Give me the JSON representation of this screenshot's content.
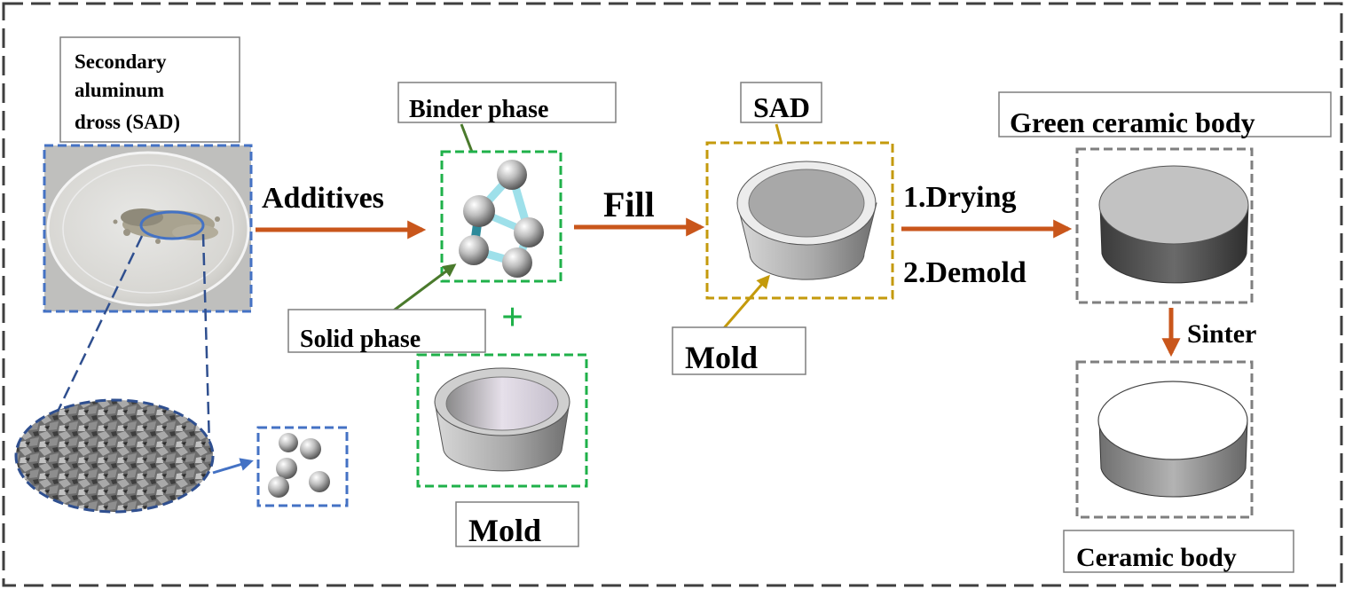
{
  "labels": {
    "sad_title_line1": "Secondary",
    "sad_title_line2": "aluminum",
    "sad_title_line3": "dross (SAD)",
    "additives": "Additives",
    "binder_phase": "Binder phase",
    "solid_phase": "Solid phase",
    "plus": "+",
    "mold_left": "Mold",
    "fill": "Fill",
    "sad_mold": "SAD",
    "mold_center": "Mold",
    "drying": "1.Drying",
    "demold": "2.Demold",
    "green_body": "Green  ceramic body",
    "sinter": "Sinter",
    "ceramic_body": "Ceramic body"
  },
  "colors": {
    "process_arrow": "#c9561b",
    "blue_box": "#4472c4",
    "green_box": "#1fb14a",
    "gold_box": "#c49a0c",
    "gray_box": "#7f7f7f",
    "pointer_green": "#4a7a2c",
    "pointer_gold": "#c49a0c",
    "bond": "#9ee0ea"
  }
}
